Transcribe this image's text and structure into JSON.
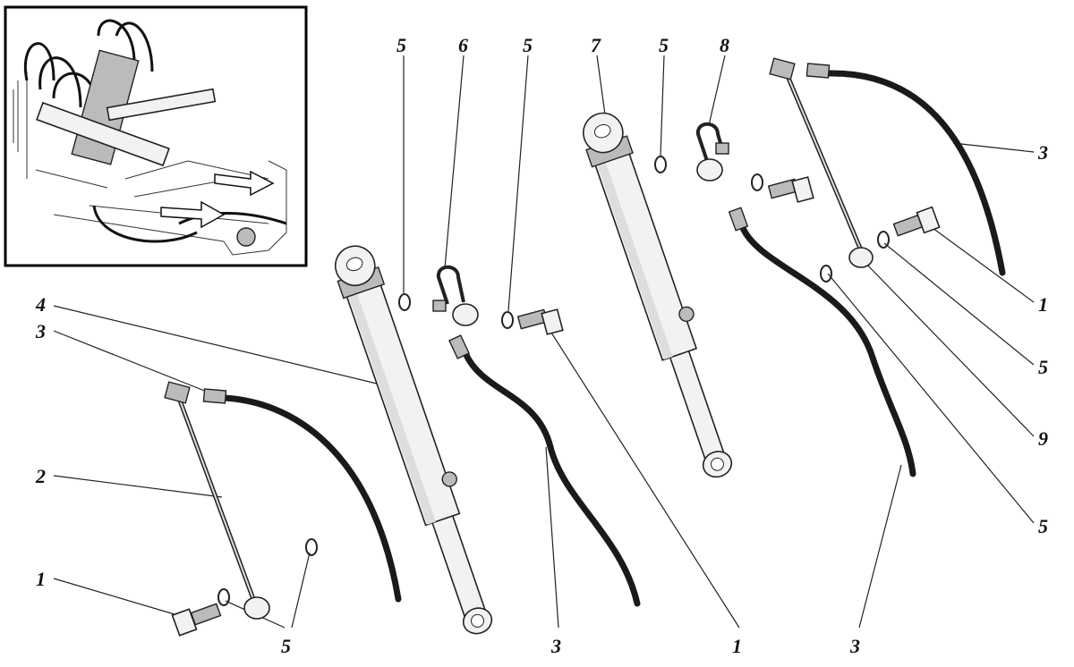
{
  "diagram": {
    "labels": {
      "top_5a": "5",
      "top_6": "6",
      "top_5b": "5",
      "top_7": "7",
      "top_5c": "5",
      "top_8": "8",
      "right_3": "3",
      "right_1": "1",
      "right_5a": "5",
      "right_9": "9",
      "right_5b": "5",
      "bottom_3_right": "3",
      "bottom_1": "1",
      "bottom_3_mid": "3",
      "bottom_5": "5",
      "left_1": "1",
      "left_2": "2",
      "left_3": "3",
      "left_4": "4"
    }
  }
}
